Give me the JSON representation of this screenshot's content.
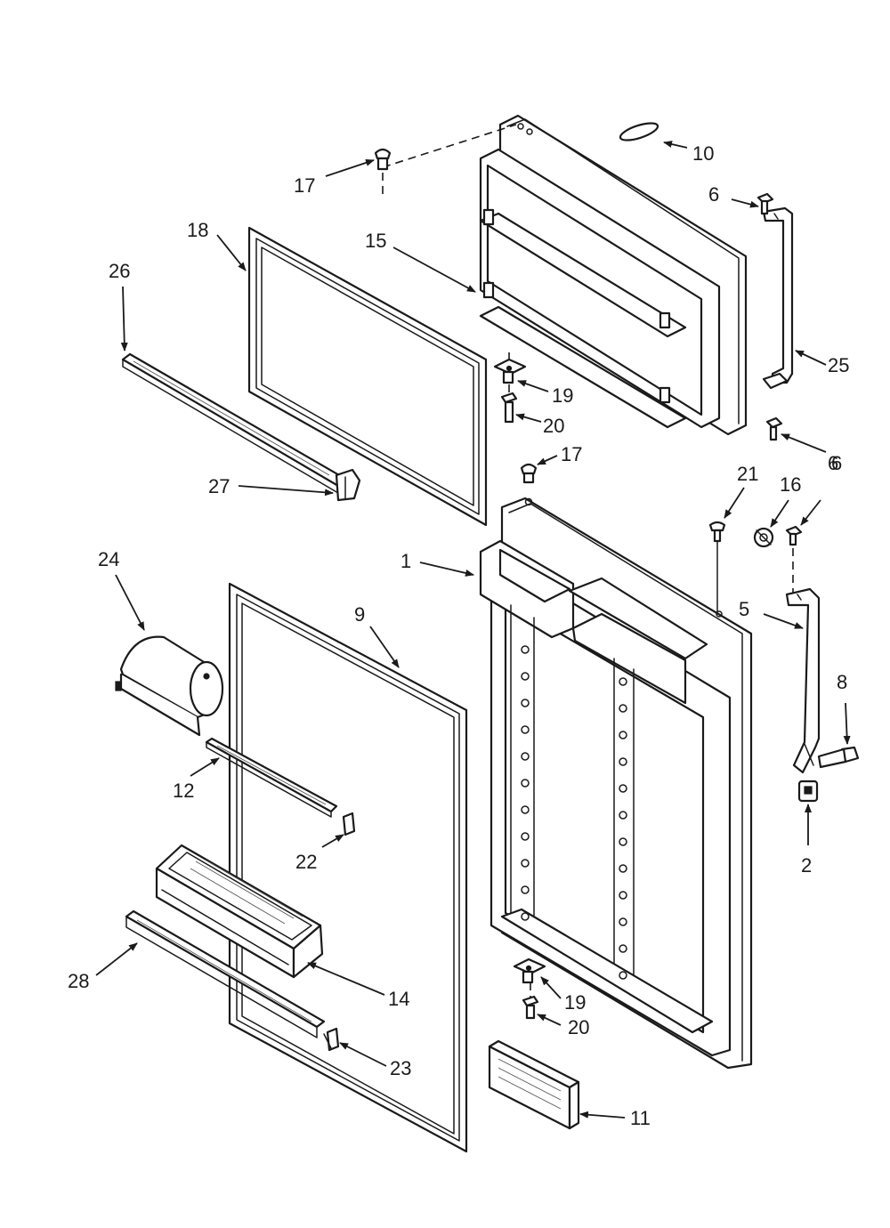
{
  "callouts": {
    "c1": "1",
    "c2": "2",
    "c5": "5",
    "c6a": "6",
    "c6b": "6",
    "c6c": "6",
    "c8": "8",
    "c9": "9",
    "c10": "10",
    "c11": "11",
    "c12": "12",
    "c14": "14",
    "c15": "15",
    "c16": "16",
    "c17a": "17",
    "c17b": "17",
    "c18": "18",
    "c19a": "19",
    "c19b": "19",
    "c20a": "20",
    "c20b": "20",
    "c21": "21",
    "c22": "22",
    "c23": "23",
    "c24": "24",
    "c25": "25",
    "c26": "26",
    "c27": "27",
    "c28": "28"
  }
}
